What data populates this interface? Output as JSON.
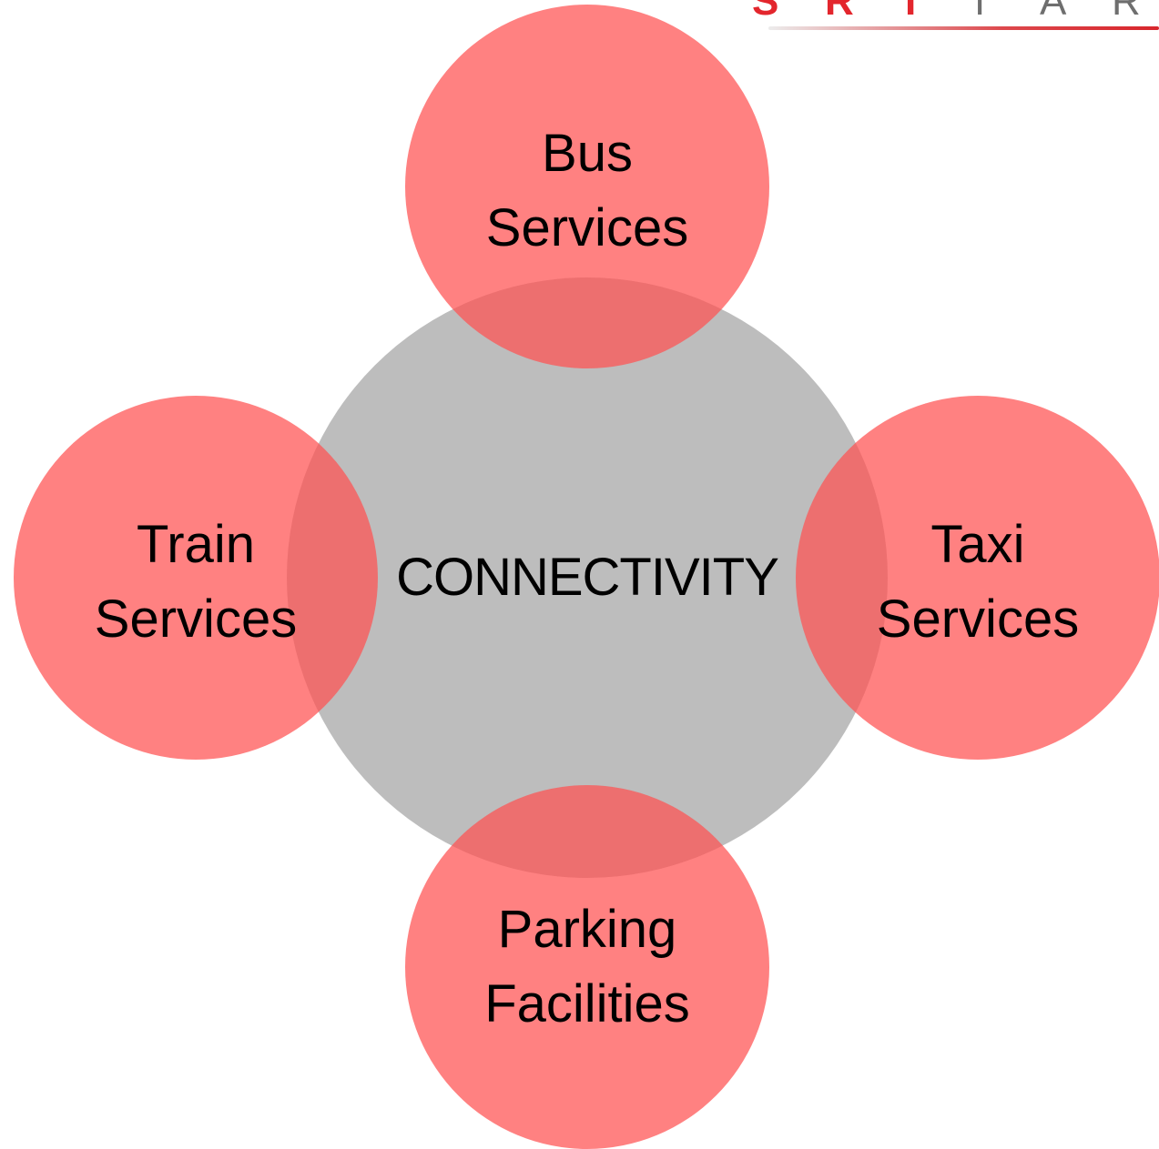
{
  "logo": {
    "letters": [
      {
        "char": "S",
        "style": "red"
      },
      {
        "char": "R",
        "style": "red"
      },
      {
        "char": "I",
        "style": "red"
      },
      {
        "char": "I",
        "style": "gray"
      },
      {
        "char": "A",
        "style": "gray"
      },
      {
        "char": "R",
        "style": "gray"
      }
    ],
    "red_color": "#e3262d",
    "gray_color": "#6e6e6e"
  },
  "diagram": {
    "center": {
      "label": "CONNECTIVITY",
      "color": "#bdbdbd"
    },
    "satellite_color": "rgba(255, 80, 80, 0.72)",
    "satellites": [
      {
        "id": "top",
        "label": "Bus\nServices"
      },
      {
        "id": "left",
        "label": "Train\nServices"
      },
      {
        "id": "right",
        "label": "Taxi\nServices"
      },
      {
        "id": "bottom",
        "label": "Parking\nFacilities"
      }
    ]
  }
}
